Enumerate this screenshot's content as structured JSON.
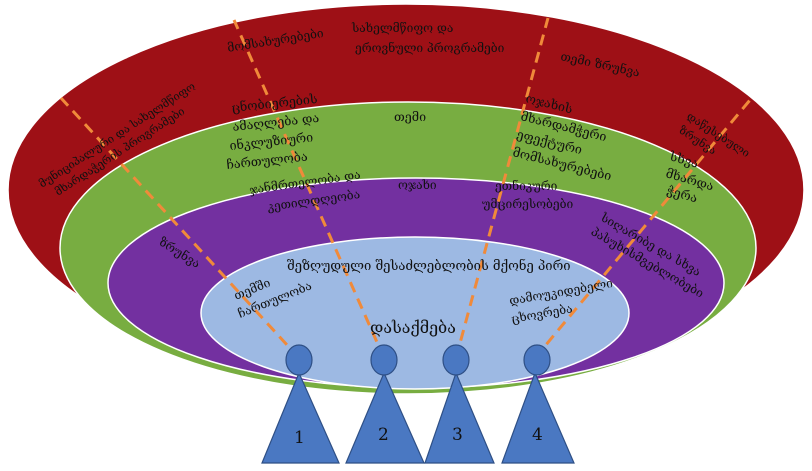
{
  "colors": {
    "outer_ring": "#9e1016",
    "green_ring": "#78ad41",
    "purple_ring": "#7330a0",
    "center": "#9db9e3",
    "figure": "#4a78c2",
    "dashed_line": "#f08a3a"
  },
  "outer_ring": {
    "labels": [
      "მომსახურებები",
      "სახელმწიფო და",
      "ეროვნული პროგრამები",
      "თემი ზრუნვა",
      "მუნიციპალური და სახელმწიფო",
      "მხარდაჭერის პროგრამები",
      "დაწესებული",
      "ზრუნვა"
    ]
  },
  "green_ring": {
    "labels": [
      "ცნობიერების",
      "ამაღლება და",
      "ინკლუზიური",
      "ჩართულობა",
      "თემი",
      "ოჯახის",
      "მხარდამჭერი",
      "ეფექტური",
      "მომსახურებები",
      "სხვა",
      "მხარდა",
      "ჭერა"
    ]
  },
  "purple_ring": {
    "labels": [
      "ჯანმრთელობა და",
      "კეთილდღეობა",
      "ოჯახი",
      "ეთნიკური",
      "უმცირესობები",
      "ზრუნვა",
      "სიღარიბე და სხვა",
      "პასუხისმგებლობები"
    ]
  },
  "center": {
    "title": "შეზღუდული შესაძლებლობის მქონე პირი",
    "labels": [
      "თემში",
      "ჩართულობა",
      "დასაქმება",
      "დამოუკიდებელი",
      "ცხოვრება"
    ]
  },
  "figures": [
    "1",
    "2",
    "3",
    "4"
  ]
}
